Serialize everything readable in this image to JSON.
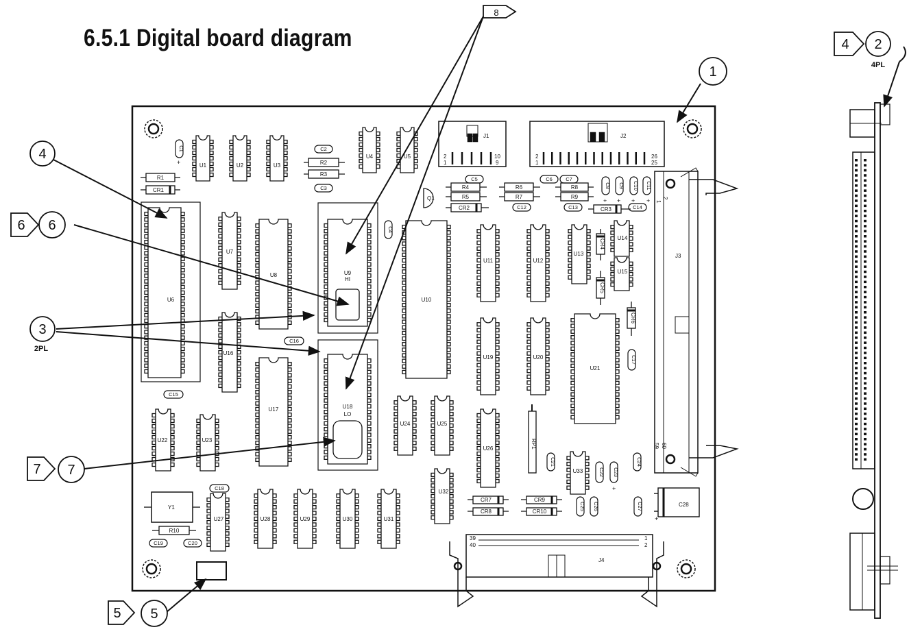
{
  "page": {
    "title": "6.5.1  Digital board diagram"
  },
  "callouts": {
    "c1": "1",
    "c2": "2",
    "c2_flag": "4",
    "c2_note": "4PL",
    "c3": "3",
    "c3_note": "2PL",
    "c4": "4",
    "c5": "5",
    "c5_flag": "5",
    "c6": "6",
    "c6_flag": "6",
    "c7": "7",
    "c7_flag": "7",
    "c8_flag": "8"
  },
  "parts": {
    "U1": "U1",
    "U2": "U2",
    "U3": "U3",
    "U4": "U4",
    "U5": "U5",
    "U6": "U6",
    "U7": "U7",
    "U8": "U8",
    "U9": "U9",
    "U9_sub": "HI",
    "U10": "U10",
    "U11": "U11",
    "U12": "U12",
    "U13": "U13",
    "U14": "U14",
    "U15": "U15",
    "U16": "U16",
    "U17": "U17",
    "U18": "U18",
    "U18_sub": "LO",
    "U19": "U19",
    "U20": "U20",
    "U21": "U21",
    "U22": "U22",
    "U23": "U23",
    "U24": "U24",
    "U25": "U25",
    "U26": "U26",
    "U27": "U27",
    "U28": "U28",
    "U29": "U29",
    "U30": "U30",
    "U31": "U31",
    "U32": "U32",
    "U33": "U33",
    "J1": "J1",
    "J2": "J2",
    "J3": "J3",
    "J4": "J4",
    "Q1": "Q1",
    "Y1": "Y1",
    "RP1": "RP1",
    "R1": "R1",
    "R2": "R2",
    "R3": "R3",
    "R4": "R4",
    "R5": "R5",
    "R6": "R6",
    "R7": "R7",
    "R8": "R8",
    "R9": "R9",
    "R10": "R10",
    "CR1": "CR1",
    "CR2": "CR2",
    "CR3": "CR3",
    "CR4": "CR4",
    "CR5": "CR5",
    "CR6": "CR6",
    "CR7": "CR7",
    "CR8": "CR8",
    "CR9": "CR9",
    "CR10": "CR10",
    "C1": "C1",
    "C2": "C2",
    "C3": "C3",
    "C4": "C4",
    "C5": "C5",
    "C6": "C6",
    "C7": "C7",
    "C8": "C8",
    "C9": "C9",
    "C10": "C10",
    "C11": "C11",
    "C12": "C12",
    "C13": "C13",
    "C14": "C14",
    "C15": "C15",
    "C16": "C16",
    "C17": "C17",
    "C18": "C18",
    "C19": "C19",
    "C20": "C20",
    "C21": "C21",
    "C22": "C22",
    "C23": "C23",
    "C24": "C24",
    "C25": "C25",
    "C26": "C26",
    "C27": "C27",
    "C28": "C28"
  },
  "pins": {
    "j1_2": "2",
    "j1_1": "1",
    "j1_10": "10",
    "j1_9": "9",
    "j2_2": "2",
    "j2_1": "1",
    "j2_26": "26",
    "j2_25": "25",
    "j3_1": "1",
    "j3_2": "2",
    "j3_59": "59",
    "j3_60": "60",
    "j4_39": "39",
    "j4_40": "40",
    "j4_1": "1",
    "j4_2": "2"
  }
}
